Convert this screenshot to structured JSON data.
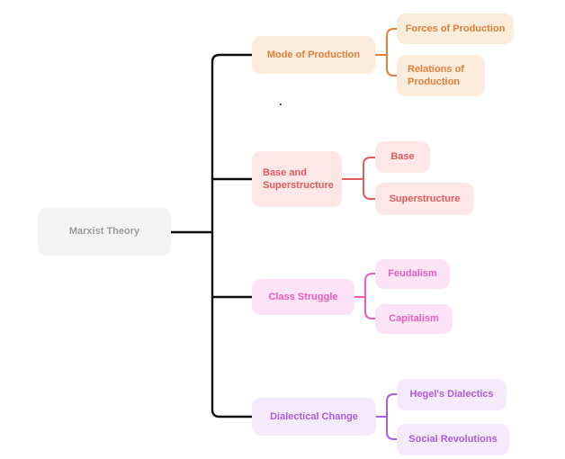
{
  "diagram": {
    "title": "Marxist Theory mind map",
    "connector_color": "#0a0a0a",
    "canvas_bg": "#ffffff",
    "stray_mark": ".",
    "root": {
      "label": "Marxist Theory",
      "text_color": "#9c9c9c",
      "bg": "#f4f4f4"
    },
    "branches": [
      {
        "label": "Mode of Production",
        "color": "#e0813c",
        "bg": "#fcecdb",
        "children": [
          {
            "label": "Forces of Production"
          },
          {
            "label": "Relations of Production"
          }
        ]
      },
      {
        "label": "Base and Superstructure",
        "color": "#e45b5b",
        "bg": "#fde7e7",
        "children": [
          {
            "label": "Base"
          },
          {
            "label": "Superstructure"
          }
        ]
      },
      {
        "label": "Class Struggle",
        "color": "#e95dbd",
        "bg": "#fce4f6",
        "children": [
          {
            "label": "Feudalism"
          },
          {
            "label": "Capitalism"
          }
        ]
      },
      {
        "label": "Dialectical Change",
        "color": "#ae5ce4",
        "bg": "#f5e9fc",
        "children": [
          {
            "label": "Hegel's Dialectics"
          },
          {
            "label": "Social Revolutions"
          }
        ]
      }
    ]
  }
}
